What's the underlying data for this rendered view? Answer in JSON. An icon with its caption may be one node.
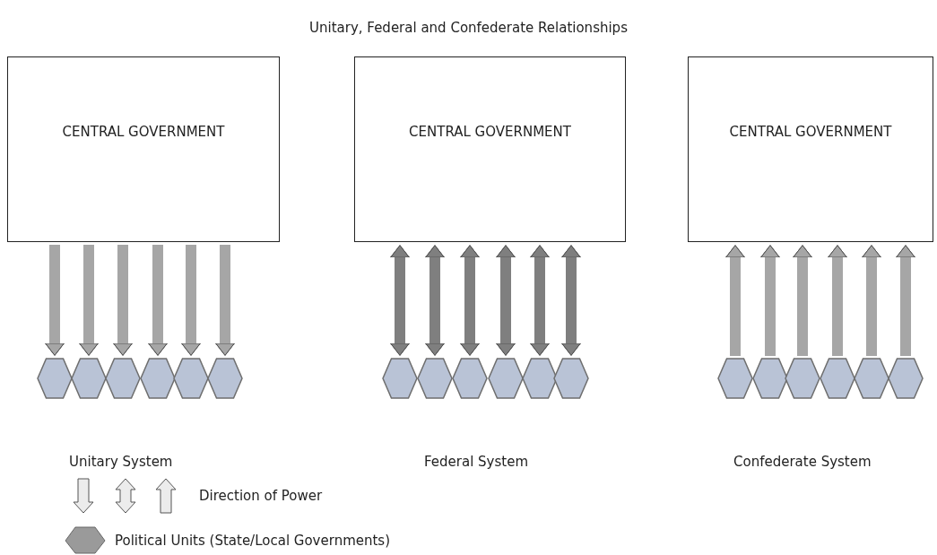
{
  "diagram": {
    "title": "Unitary, Federal and Confederate Relationships",
    "nodes": [
      {
        "text": [
          "CENTRAL GOVERNMENT"
        ]
      },
      {
        "text": [
          "CENTRAL GOVERNMENT"
        ]
      },
      {
        "text": [
          "CENTRAL GOVERNMENT"
        ]
      },
      {
        "text": [],
        "shape": "hexagon"
      },
      {
        "text": [],
        "shape": "hexagon"
      },
      {
        "text": [],
        "shape": "hexagon"
      },
      {
        "text": [],
        "shape": "hexagon"
      },
      {
        "text": [],
        "shape": "hexagon"
      },
      {
        "text": [],
        "shape": "hexagon"
      },
      {
        "text": [],
        "shape": "hexagon"
      },
      {
        "text": [],
        "shape": "hexagon"
      },
      {
        "text": [],
        "shape": "hexagon"
      },
      {
        "text": [],
        "shape": "hexagon"
      },
      {
        "text": [],
        "shape": "hexagon"
      },
      {
        "text": [],
        "shape": "hexagon"
      },
      {
        "text": [],
        "shape": "hexagon"
      },
      {
        "text": [],
        "shape": "hexagon"
      },
      {
        "text": [],
        "shape": "hexagon"
      },
      {
        "text": [],
        "shape": "hexagon"
      },
      {
        "text": [],
        "shape": "hexagon"
      },
      {
        "text": [],
        "shape": "hexagon"
      }
    ],
    "edges": [
      {
        "from": 0,
        "to": 3,
        "arrow": "to"
      },
      {
        "from": 0,
        "to": 4,
        "arrow": "to"
      },
      {
        "from": 0,
        "to": 5,
        "arrow": "to"
      },
      {
        "from": 0,
        "to": 6,
        "arrow": "to"
      },
      {
        "from": 0,
        "to": 7,
        "arrow": "to"
      },
      {
        "from": 0,
        "to": 8,
        "arrow": "to"
      },
      {
        "from": 1,
        "to": 9,
        "arrow": "both",
        "color": "#7f7f7f"
      },
      {
        "from": 1,
        "to": 10,
        "arrow": "both",
        "color": "#7f7f7f"
      },
      {
        "from": 1,
        "to": 11,
        "arrow": "both",
        "color": "#7f7f7f"
      },
      {
        "from": 1,
        "to": 12,
        "arrow": "both",
        "color": "#7f7f7f"
      },
      {
        "from": 1,
        "to": 13,
        "arrow": "both",
        "color": "#7f7f7f"
      },
      {
        "from": 1,
        "to": 14,
        "arrow": "both",
        "color": "#7f7f7f"
      },
      {
        "from": 15,
        "to": 2,
        "arrow": "to"
      },
      {
        "from": 16,
        "to": 2,
        "arrow": "to"
      },
      {
        "from": 17,
        "to": 2,
        "arrow": "to"
      },
      {
        "from": 18,
        "to": 2,
        "arrow": "to"
      },
      {
        "from": 19,
        "to": 2,
        "arrow": "to"
      },
      {
        "from": 20,
        "to": 2,
        "arrow": "to"
      }
    ],
    "labels": [
      "Unitary System",
      "Federal System",
      "Confederate System"
    ],
    "legend": [
      {
        "text": "Direction of Power"
      },
      {
        "text": "Political Units (State/Local Governments)"
      }
    ]
  }
}
